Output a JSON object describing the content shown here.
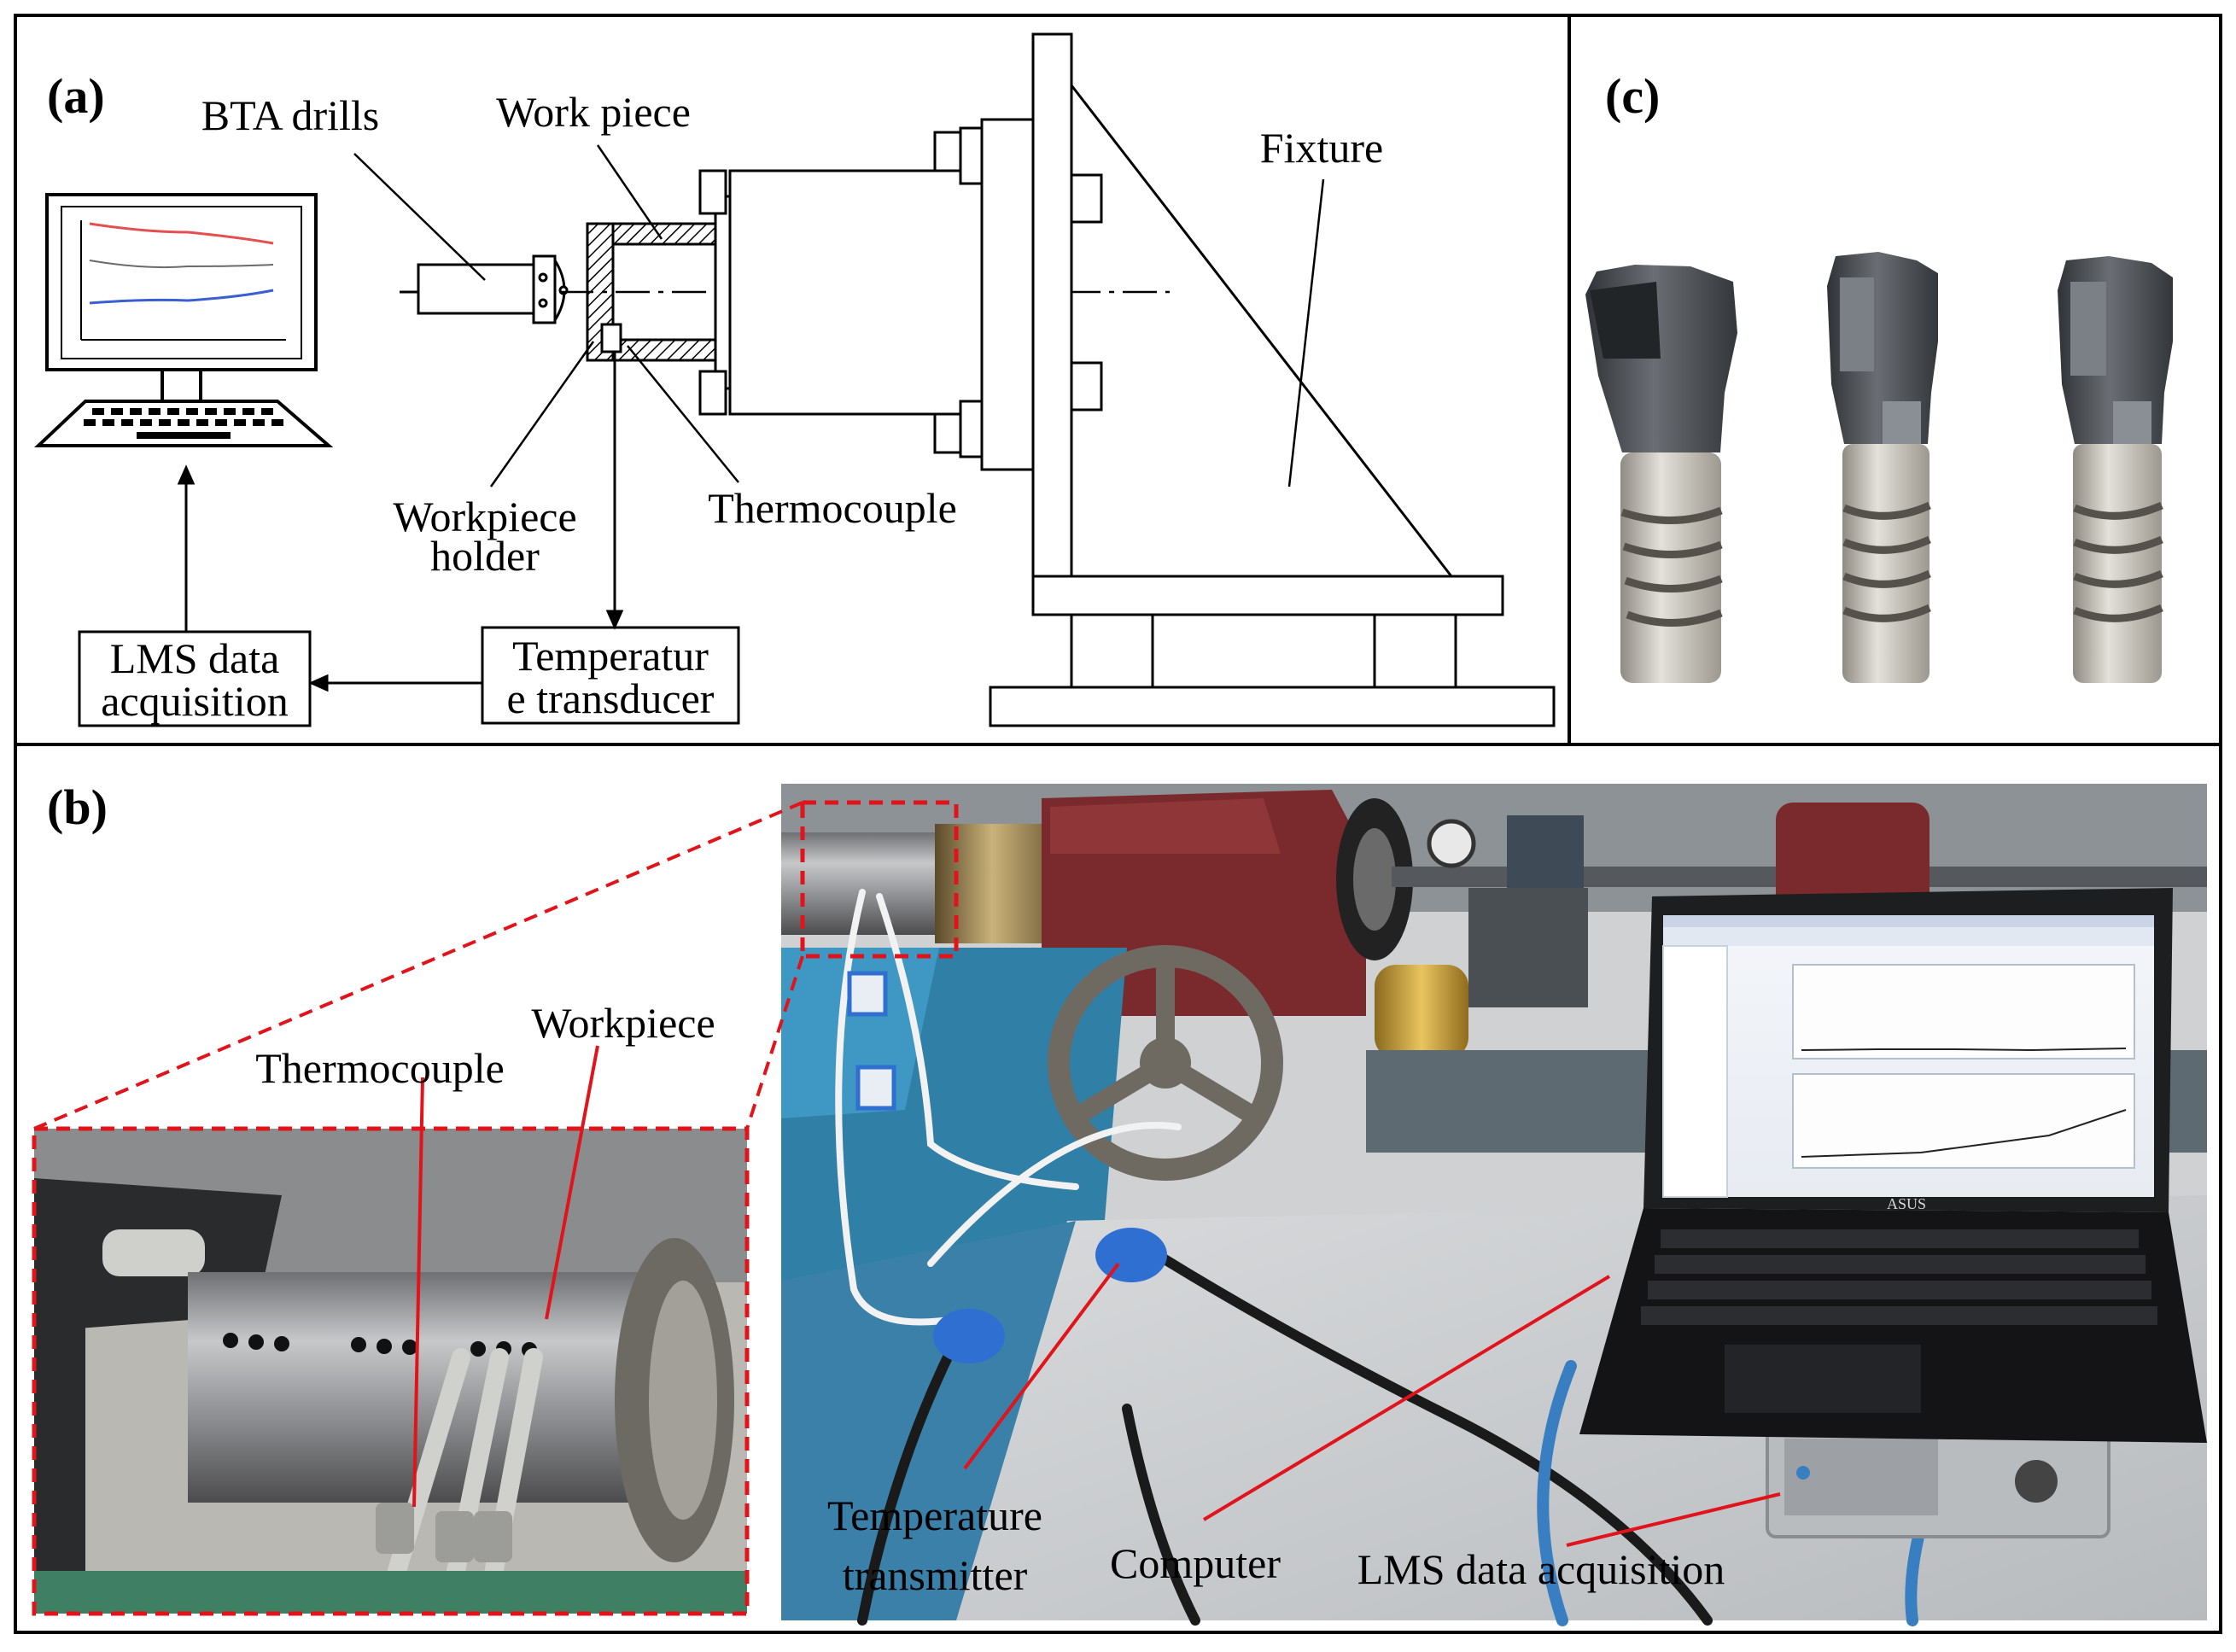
{
  "panel_a": {
    "letter": "(a)",
    "labels": {
      "bta_drills": "BTA drills",
      "work_piece": "Work piece",
      "fixture": "Fixture",
      "workpiece_holder_line1": "Workpiece",
      "workpiece_holder_line2": "holder",
      "thermocouple": "Thermocouple",
      "temperature_transducer_line1": "Temperatur",
      "temperature_transducer_line2": "e transducer",
      "lms_line1": "LMS data",
      "lms_line2": "acquisition"
    }
  },
  "panel_b": {
    "letter": "(b)",
    "labels": {
      "workpiece": "Workpiece",
      "thermocouple": "Thermocouple",
      "temperature_transmitter_line1": "Temperature",
      "temperature_transmitter_line2": "transmitter",
      "computer": "Computer",
      "lms_data_acquisition": "LMS data acquisition",
      "laptop_brand": "ASUS"
    }
  },
  "panel_c": {
    "letter": "(c)"
  },
  "colors": {
    "frame": "#000000",
    "callout_red": "#e0141a",
    "drill_carbide": "#4a4d52",
    "drill_shank": "#c9c5bc",
    "machine_red": "#7a2a2c",
    "machine_blue": "#2f7fa6"
  }
}
